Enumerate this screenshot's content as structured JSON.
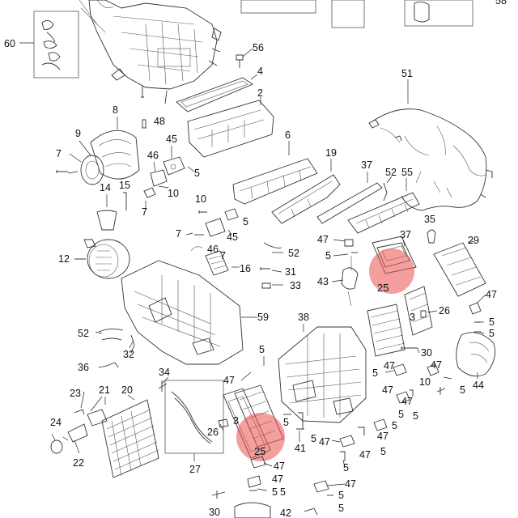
{
  "diagram": {
    "labels": {
      "l60": "60",
      "l56": "56",
      "l58": "58",
      "l4": "4",
      "l2": "2",
      "l8": "8",
      "l48": "48",
      "l9": "9",
      "l7a": "7",
      "l46a": "46",
      "l45a": "45",
      "l5a": "5",
      "l14": "14",
      "l15": "15",
      "l10a": "10",
      "l7b": "7",
      "l6": "6",
      "l19": "19",
      "l37a": "37",
      "l52a": "52",
      "l55": "55",
      "l51": "51",
      "l10b": "10",
      "l5b": "5",
      "l7c": "7",
      "l46b": "46",
      "l45b": "45",
      "l12": "12",
      "l7d": "7",
      "l16": "16",
      "l52b": "52",
      "l31": "31",
      "l33": "33",
      "l35": "35",
      "l37b": "37",
      "l29": "29",
      "l47a": "47",
      "l5c": "5",
      "l43": "43",
      "l25a": "25",
      "l3a": "3",
      "l26a": "26",
      "l47b": "47",
      "l5d": "5",
      "l5e": "5",
      "l59": "59",
      "l52c": "52",
      "l32": "32",
      "l36": "36",
      "l38": "38",
      "l30a": "30",
      "l5f": "5",
      "l47c": "47",
      "l10c": "10",
      "l47d": "47",
      "l44": "44",
      "l5g": "5",
      "l34": "34",
      "l47e": "47",
      "l5h": "5",
      "l23": "23",
      "l21": "21",
      "l20": "20",
      "l24": "24",
      "l22": "22",
      "l3b": "3",
      "l26b": "26",
      "l25b": "25",
      "l5i": "5",
      "l41": "41",
      "l47f": "47",
      "l5j": "5",
      "l47g": "47",
      "l47h": "47",
      "l5k": "5",
      "l5l": "5",
      "l47i": "47",
      "l5m": "5",
      "l27": "27",
      "l47j": "47",
      "l5n": "5",
      "l47k": "47",
      "l5o": "5",
      "l30b": "30",
      "l42": "42",
      "l47l": "47",
      "l5p": "5",
      "l5q": "5",
      "l47m": "47",
      "l5r": "5",
      "l5s": "5"
    },
    "highlight_color": "#e8504f"
  }
}
